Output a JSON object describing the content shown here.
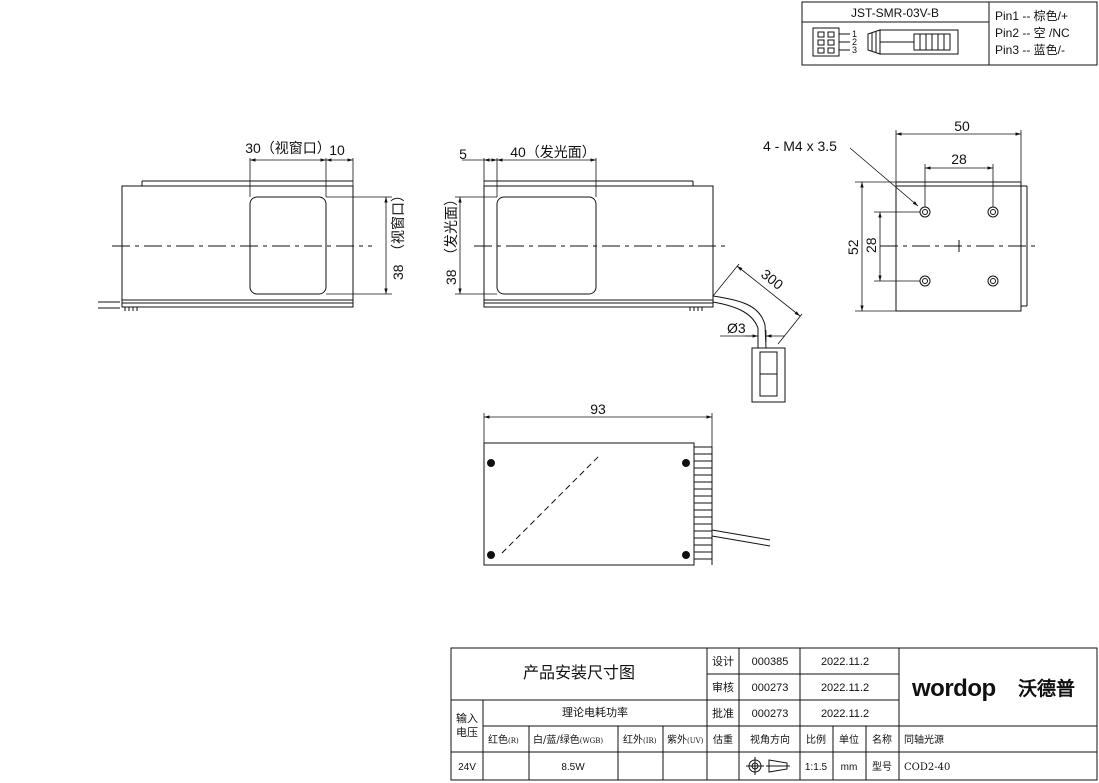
{
  "connector": {
    "model": "JST-SMR-03V-B",
    "pin_numbers": [
      "1",
      "2",
      "3"
    ],
    "pins": [
      "Pin1 -- 棕色/+",
      "Pin2 -- 空  /NC",
      "Pin3 -- 蓝色/-"
    ]
  },
  "dimensions": {
    "window_width": "30（视窗口）",
    "window_offset": "10",
    "window_height": "38",
    "window_height_label": "（视窗口）",
    "emit_offset": "5",
    "emit_width": "40（发光面）",
    "emit_height": "38",
    "emit_height_label": "（发光面）",
    "cable_length": "300",
    "cable_diameter": "Ø3",
    "screw_spec": "4 -  M4 x 3.5",
    "mount_width": "50",
    "hole_spacing_x": "28",
    "mount_height": "52",
    "hole_spacing_y": "28",
    "body_length": "93"
  },
  "title_block": {
    "drawing_title": "产品安装尺寸图",
    "design_label": "设计",
    "design_id": "000385",
    "design_date": "2022.11.2",
    "review_label": "审核",
    "review_id": "000273",
    "review_date": "2022.11.2",
    "approve_label": "批准",
    "approve_id": "000273",
    "approve_date": "2022.11.2",
    "input_voltage_label_1": "输入",
    "input_voltage_label_2": "电压",
    "power_label": "理论电耗功率",
    "red_label": "红色",
    "red_code": "(R)",
    "wbg_label": "白/蓝/绿色",
    "wbg_code": "(WGB)",
    "ir_label": "红外",
    "ir_code": "(IR)",
    "uv_label": "紫外",
    "uv_code": "(UV)",
    "weight_label": "估重",
    "view_label": "视角方向",
    "scale_label": "比例",
    "unit_label": "单位",
    "name_label": "名称",
    "name_value": "同轴光源",
    "voltage_value": "24V",
    "power_value": "8.5W",
    "scale_value": "1:1.5",
    "unit_value": "mm",
    "model_label": "型号",
    "model_value": "COD2-40",
    "brand_latin": "wordop",
    "brand_cn": "沃德普"
  }
}
